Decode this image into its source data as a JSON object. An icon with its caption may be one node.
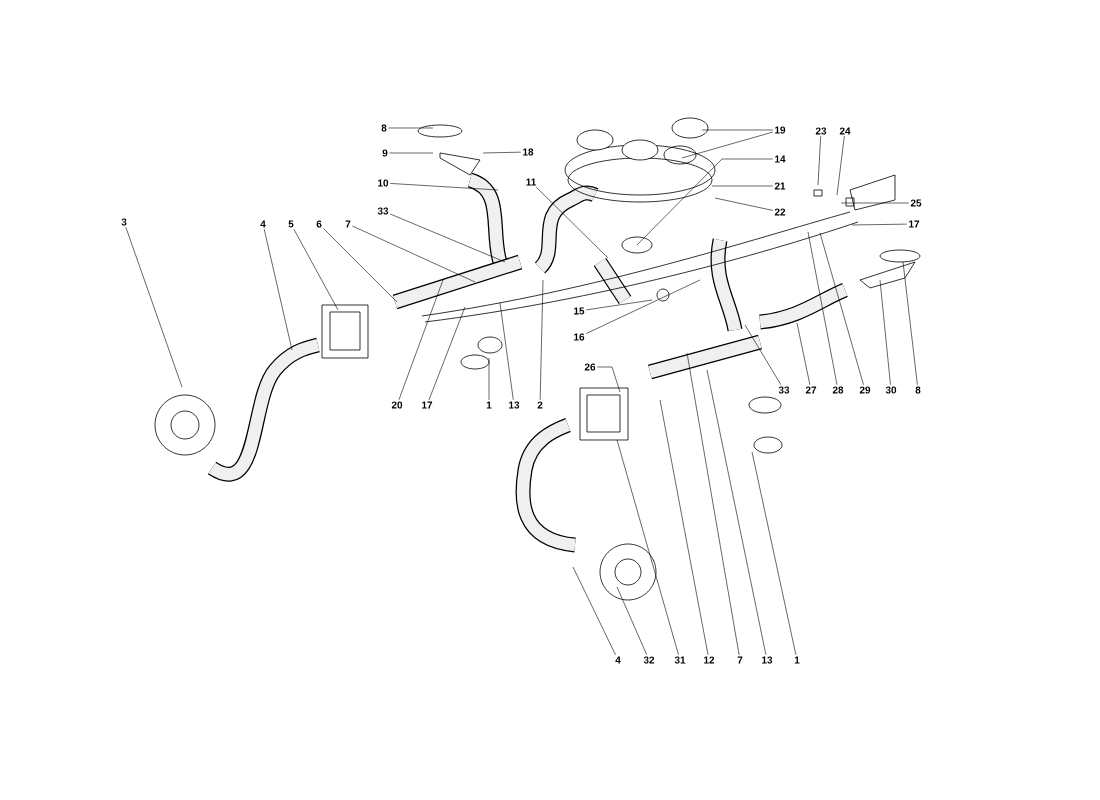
{
  "diagram": {
    "nodes": [
      {
        "text": [
          "8"
        ]
      },
      {
        "text": [
          "9"
        ]
      },
      {
        "text": [
          "18"
        ]
      },
      {
        "text": [
          "10"
        ]
      },
      {
        "text": [
          "11"
        ]
      },
      {
        "text": [
          "33"
        ]
      },
      {
        "text": [
          "3"
        ]
      },
      {
        "text": [
          "4"
        ]
      },
      {
        "text": [
          "5"
        ]
      },
      {
        "text": [
          "6"
        ]
      },
      {
        "text": [
          "7"
        ]
      },
      {
        "text": [
          "20"
        ]
      },
      {
        "text": [
          "17"
        ]
      },
      {
        "text": [
          "1"
        ]
      },
      {
        "text": [
          "13"
        ]
      },
      {
        "text": [
          "2"
        ]
      },
      {
        "text": [
          "19"
        ]
      },
      {
        "text": [
          "14"
        ]
      },
      {
        "text": [
          "21"
        ]
      },
      {
        "text": [
          "22"
        ]
      },
      {
        "text": [
          "23"
        ]
      },
      {
        "text": [
          "24"
        ]
      },
      {
        "text": [
          "25"
        ]
      },
      {
        "text": [
          "17"
        ]
      },
      {
        "text": [
          "15"
        ]
      },
      {
        "text": [
          "16"
        ]
      },
      {
        "text": [
          "33"
        ]
      },
      {
        "text": [
          "27"
        ]
      },
      {
        "text": [
          "28"
        ]
      },
      {
        "text": [
          "29"
        ]
      },
      {
        "text": [
          "30"
        ]
      },
      {
        "text": [
          "8"
        ]
      },
      {
        "text": [
          "26"
        ]
      },
      {
        "text": [
          "4"
        ]
      },
      {
        "text": [
          "32"
        ]
      },
      {
        "text": [
          "31"
        ]
      },
      {
        "text": [
          "12"
        ]
      },
      {
        "text": [
          "7"
        ]
      },
      {
        "text": [
          "13"
        ]
      },
      {
        "text": [
          "1"
        ]
      }
    ],
    "edges": [
      {
        "from": 0,
        "to": null,
        "arrow": "none"
      },
      {
        "from": 1,
        "to": null,
        "arrow": "none"
      },
      {
        "from": 2,
        "to": null,
        "arrow": "none"
      },
      {
        "from": 3,
        "to": null,
        "arrow": "none"
      },
      {
        "from": 4,
        "to": null,
        "arrow": "none"
      },
      {
        "from": 5,
        "to": null,
        "arrow": "none"
      },
      {
        "from": 6,
        "to": null,
        "arrow": "none"
      },
      {
        "from": 7,
        "to": null,
        "arrow": "none"
      },
      {
        "from": 8,
        "to": null,
        "arrow": "none"
      },
      {
        "from": 9,
        "to": null,
        "arrow": "none"
      },
      {
        "from": 10,
        "to": null,
        "arrow": "none"
      },
      {
        "from": 11,
        "to": null,
        "arrow": "none"
      },
      {
        "from": 12,
        "to": null,
        "arrow": "none"
      },
      {
        "from": 13,
        "to": null,
        "arrow": "none"
      },
      {
        "from": 14,
        "to": null,
        "arrow": "none"
      },
      {
        "from": 15,
        "to": null,
        "arrow": "none"
      },
      {
        "from": 16,
        "to": null,
        "arrow": "none"
      },
      {
        "from": 16,
        "to": null,
        "arrow": "none"
      },
      {
        "from": 17,
        "to": null,
        "arrow": "none"
      },
      {
        "from": 18,
        "to": null,
        "arrow": "none"
      },
      {
        "from": 19,
        "to": null,
        "arrow": "none"
      },
      {
        "from": 20,
        "to": null,
        "arrow": "none"
      },
      {
        "from": 21,
        "to": null,
        "arrow": "none"
      },
      {
        "from": 22,
        "to": null,
        "arrow": "none"
      },
      {
        "from": 23,
        "to": null,
        "arrow": "none"
      },
      {
        "from": 24,
        "to": null,
        "arrow": "none"
      },
      {
        "from": 25,
        "to": null,
        "arrow": "none"
      },
      {
        "from": 26,
        "to": null,
        "arrow": "none"
      },
      {
        "from": 27,
        "to": null,
        "arrow": "none"
      },
      {
        "from": 28,
        "to": null,
        "arrow": "none"
      },
      {
        "from": 29,
        "to": null,
        "arrow": "none"
      },
      {
        "from": 30,
        "to": null,
        "arrow": "none"
      },
      {
        "from": 31,
        "to": null,
        "arrow": "none"
      },
      {
        "from": 32,
        "to": null,
        "arrow": "none"
      },
      {
        "from": 33,
        "to": null,
        "arrow": "none"
      },
      {
        "from": 34,
        "to": null,
        "arrow": "none"
      },
      {
        "from": 35,
        "to": null,
        "arrow": "none"
      },
      {
        "from": 36,
        "to": null,
        "arrow": "none"
      },
      {
        "from": 37,
        "to": null,
        "arrow": "none"
      },
      {
        "from": 38,
        "to": null,
        "arrow": "none"
      },
      {
        "from": 39,
        "to": null,
        "arrow": "none"
      }
    ]
  }
}
